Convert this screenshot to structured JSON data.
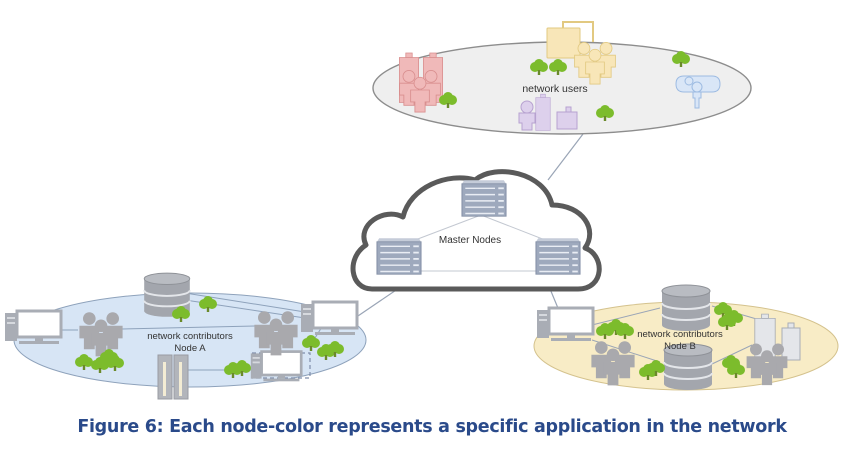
{
  "diagram": {
    "cloud": {
      "label": "Master Nodes",
      "master_node_count": 3
    },
    "users_cluster": {
      "label": "network users",
      "fill": "#efefef",
      "groups": [
        {
          "name": "red-app-users",
          "color": "#e8a3a3"
        },
        {
          "name": "yellow-app-users",
          "color": "#f3dca0"
        },
        {
          "name": "purple-app-users",
          "color": "#c9b6dc"
        },
        {
          "name": "blue-game-users",
          "color": "#a9c4e6"
        }
      ]
    },
    "node_a": {
      "label_line1": "network contributors",
      "label_line2": "Node A",
      "fill": "#d7e5f5"
    },
    "node_b": {
      "label_line1": "network contributors",
      "label_line2": "Node B",
      "fill": "#f8ecc6"
    },
    "colors": {
      "tree": "#7cbc2c",
      "server": "#9ea9bd",
      "person": "#a9a9ad",
      "cloud_stroke": "#555555",
      "link": "#9aa5b6"
    }
  },
  "caption": {
    "text": "Figure 6: Each node-color represents a specific application in the network",
    "color": "#2a4a8a"
  }
}
